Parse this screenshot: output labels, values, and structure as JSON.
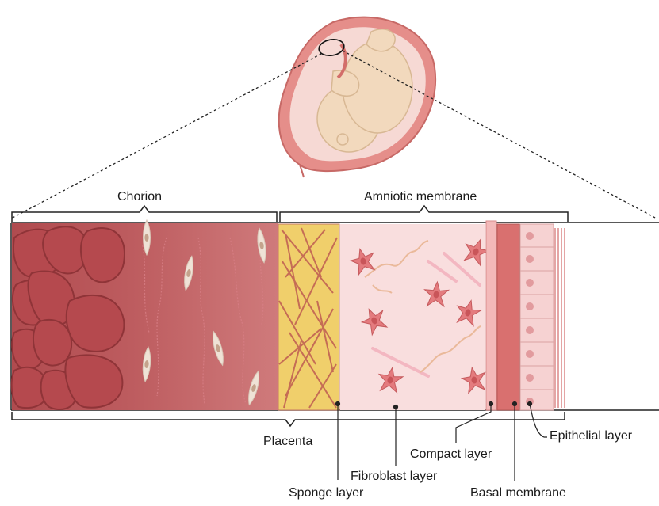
{
  "labels": {
    "chorion": "Chorion",
    "amniotic_membrane": "Amniotic membrane",
    "placenta": "Placenta",
    "compact_layer": "Compact layer",
    "epithelial_layer": "Epithelial layer",
    "fibroblast_layer": "Fibroblast layer",
    "sponge_layer": "Sponge layer",
    "basal_membrane": "Basal membrane"
  },
  "colors": {
    "chorion_dark": "#b04b4f",
    "chorion_mid": "#c7686a",
    "sponge": "#f0cf6b",
    "fibroblast_bg": "#f9dede",
    "cell": "#e47b7e",
    "compact": "#f3b9b9",
    "basal": "#d9706f",
    "epithelial": "#f6d2d2",
    "uterus": "#e58e8a",
    "fetus": "#f2d9bd"
  },
  "icons": [
    "pregnant-uterus-icon",
    "fetus-icon",
    "fibroblast-cell-icon",
    "collagen-fiber-icon",
    "epithelial-cell-icon"
  ]
}
